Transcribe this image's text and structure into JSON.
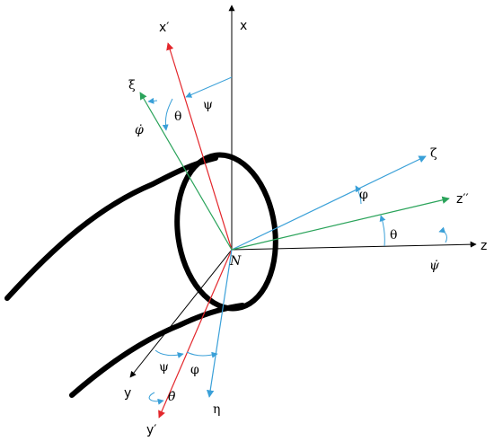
{
  "labels": {
    "x": "x",
    "x_prime": "x′",
    "xi": "ξ",
    "zeta": "ζ",
    "z_double_prime": "z′′",
    "z": "z",
    "y": "y",
    "y_prime": "y′",
    "eta": "η",
    "node": "N",
    "psi_top": "ψ",
    "theta_top": "θ",
    "phi_dot": "φ̇",
    "phi_right": "φ",
    "theta_right": "θ",
    "psi_dot": "ψ̇",
    "psi_bottom": "ψ",
    "phi_bottom": "φ",
    "theta_dot": "θ̇"
  },
  "colors": {
    "fixed_axes": "#000000",
    "rotated_x_y_axes": "#e3262b",
    "body_axes": "#3aa0d8",
    "nodal_axes": "#2aa35a",
    "curve": "#000000"
  }
}
